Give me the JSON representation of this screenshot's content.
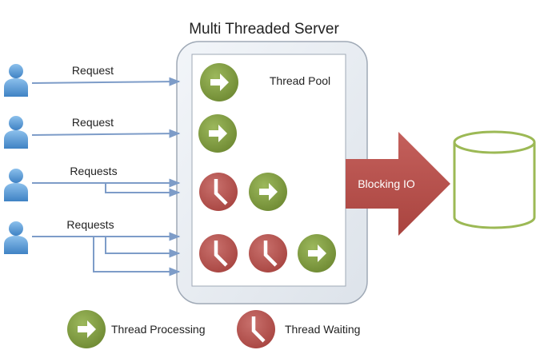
{
  "title": "Multi Threaded Server",
  "pool_label": "Thread Pool",
  "blocking_label": "Blocking IO",
  "clients": [
    {
      "label": "Request"
    },
    {
      "label": "Request"
    },
    {
      "label": "Requests"
    },
    {
      "label": "Requests"
    }
  ],
  "legend": {
    "processing": "Thread Processing",
    "waiting": "Thread Waiting"
  },
  "colors": {
    "processing": "#7f9b3e",
    "waiting": "#b4524f",
    "arrow": "#b75450",
    "line": "#7d9cc8",
    "user": "#5f9fd8",
    "db_stroke": "#9cb955",
    "server_fill": "#e8edf3",
    "server_stroke": "#9fa9b6"
  },
  "icons": {
    "user": "user-icon",
    "processing": "play-arrow-icon",
    "waiting": "clock-icon",
    "database": "database-icon"
  }
}
